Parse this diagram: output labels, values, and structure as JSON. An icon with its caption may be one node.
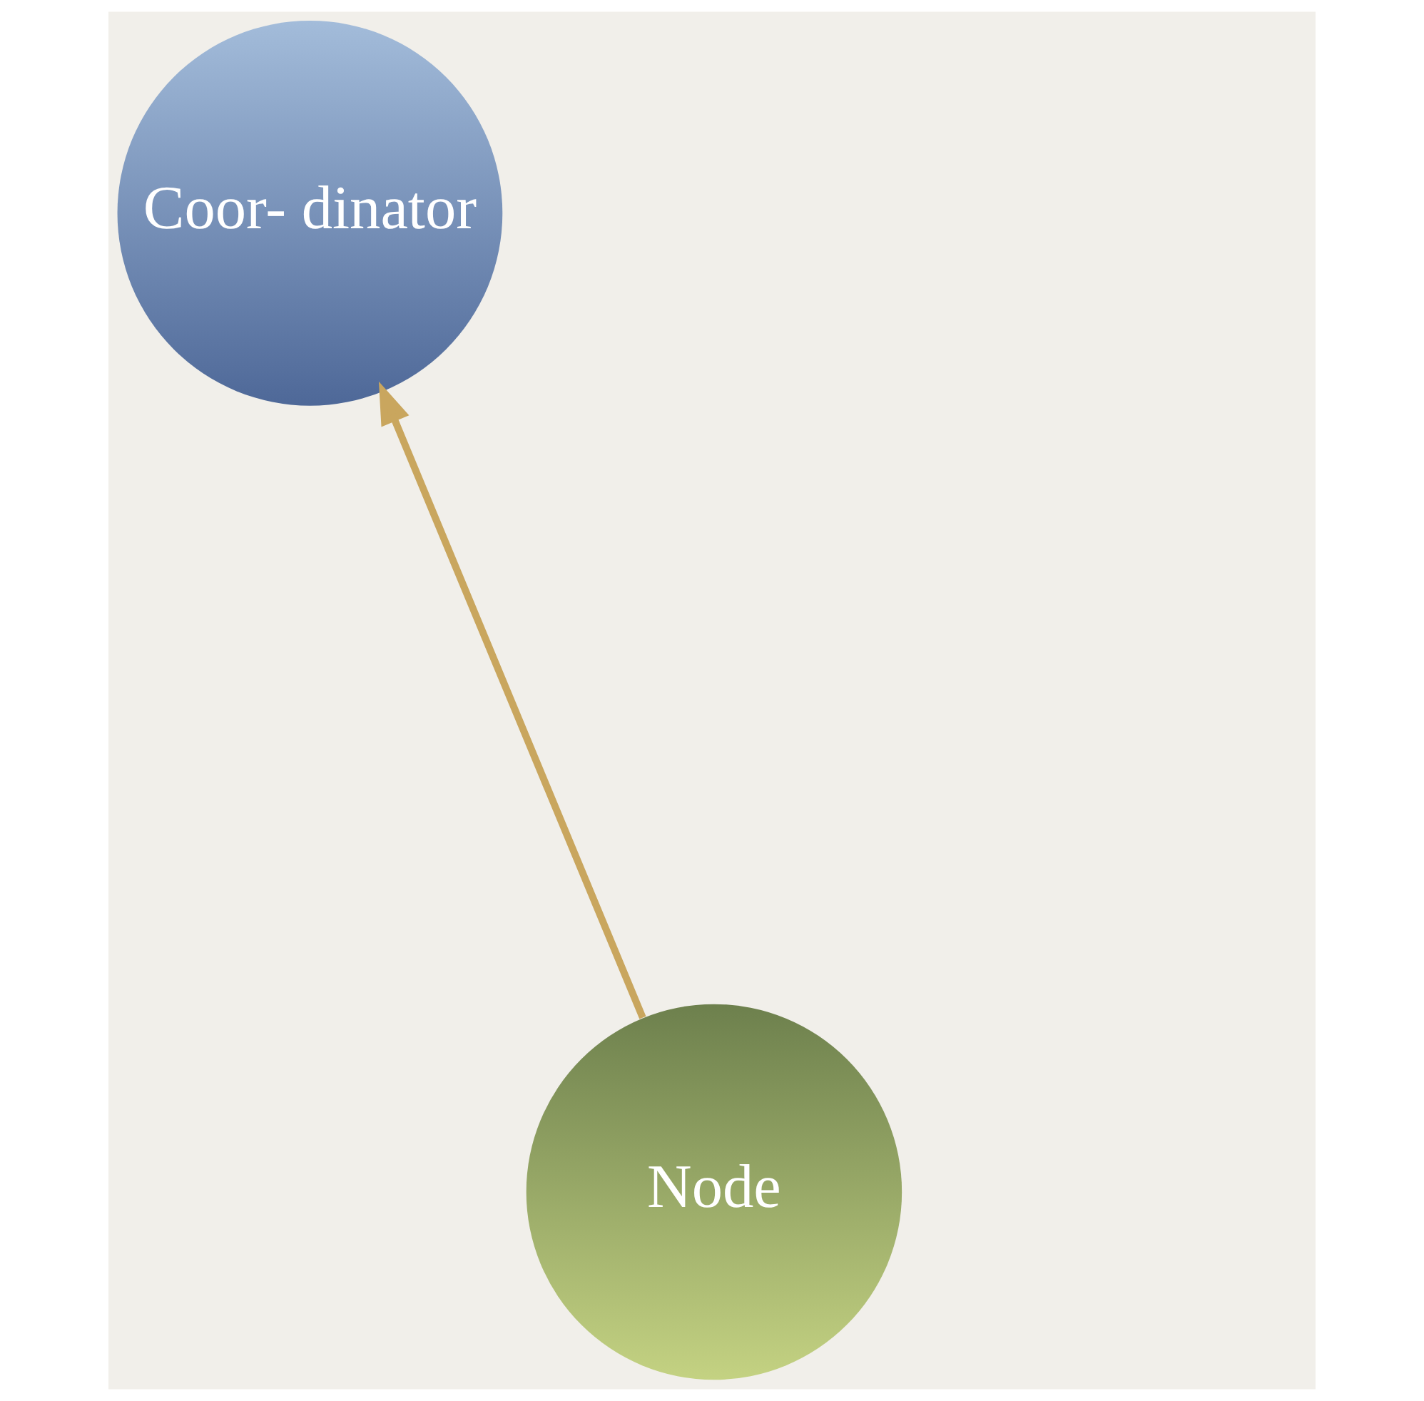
{
  "diagram": {
    "nodes": [
      {
        "text": [
          "Coor- dinator"
        ]
      },
      {
        "text": [
          "Node"
        ]
      }
    ],
    "edges": [
      {
        "from": 1,
        "to": 0,
        "arrow": "to"
      }
    ]
  }
}
